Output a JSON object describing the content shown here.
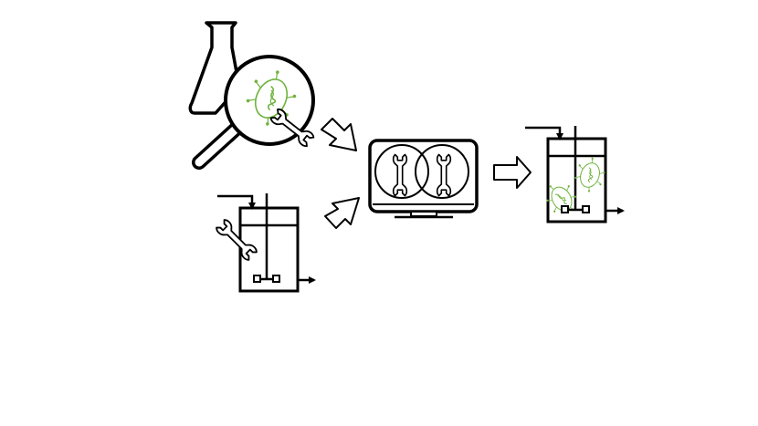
{
  "colors": {
    "stroke": "#000000",
    "background": "#ffffff",
    "microbe": "#6fb33c"
  },
  "diagram": {
    "nodes": [
      {
        "id": "lab-microbe-engineering",
        "icons": [
          "flask-icon",
          "magnifying-glass-icon",
          "microbe-icon",
          "wrench-icon"
        ]
      },
      {
        "id": "process-engineering",
        "icons": [
          "bioreactor-icon",
          "wrench-icon"
        ]
      },
      {
        "id": "computational-model",
        "icons": [
          "monitor-icon",
          "wrench-icon",
          "wrench-icon"
        ]
      },
      {
        "id": "optimized-bioprocess",
        "icons": [
          "bioreactor-icon",
          "microbe-icon",
          "microbe-icon"
        ]
      }
    ],
    "edges": [
      {
        "from": "lab-microbe-engineering",
        "to": "computational-model"
      },
      {
        "from": "process-engineering",
        "to": "computational-model"
      },
      {
        "from": "computational-model",
        "to": "optimized-bioprocess"
      }
    ]
  }
}
